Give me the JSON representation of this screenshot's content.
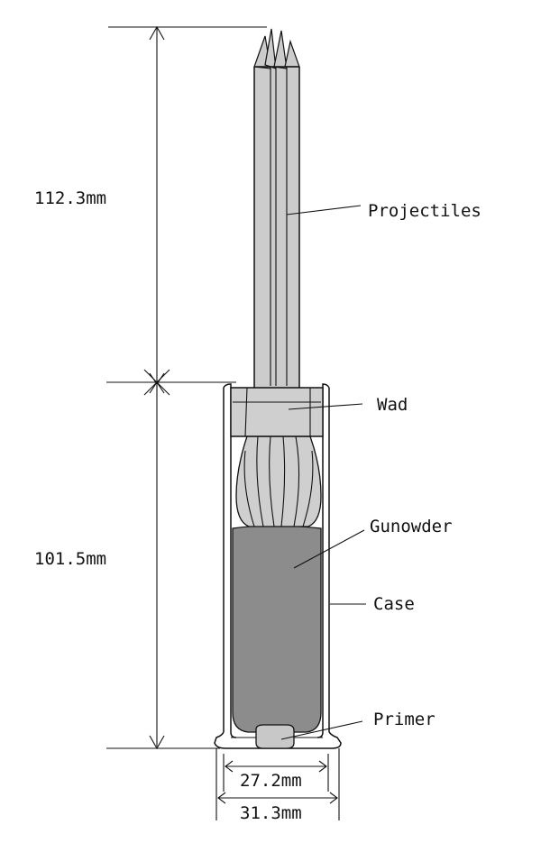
{
  "dimensions": {
    "projectile_length": "112.3mm",
    "case_length": "101.5mm",
    "inner_diameter": "27.2mm",
    "outer_diameter": "31.3mm"
  },
  "labels": {
    "projectiles": "Projectiles",
    "wad": "Wad",
    "gunpowder": "Gunowder",
    "case": "Case",
    "primer": "Primer"
  },
  "colors": {
    "projectile_fill": "#cccccc",
    "wad_fill": "#cfcfcf",
    "powder_fill": "#8c8c8c",
    "primer_fill": "#c8c8c8",
    "line": "#111111",
    "background": "#ffffff"
  }
}
